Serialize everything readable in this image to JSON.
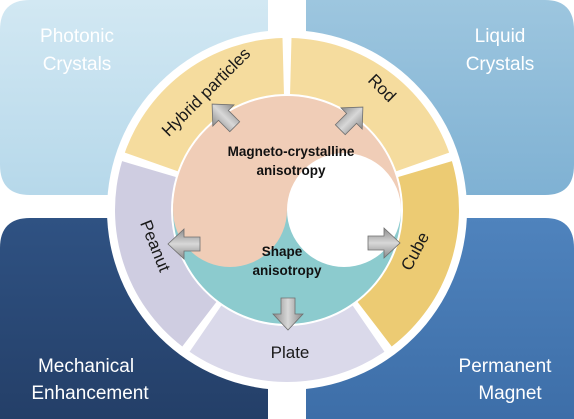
{
  "corners": {
    "top_left": [
      "Photonic",
      "Crystals"
    ],
    "top_right": [
      "Liquid",
      "Crystals"
    ],
    "bottom_left": [
      "Mechanical",
      "Enhancement"
    ],
    "bottom_right": [
      "Permanent",
      "Magnet"
    ]
  },
  "ring_labels": {
    "hybrid": "Hybrid particles",
    "rod": "Rod",
    "cube": "Cube",
    "plate": "Plate",
    "peanut": "Peanut"
  },
  "core": {
    "top_line1": "Magneto-crystalline",
    "top_line2": "anisotropy",
    "bottom_line1": "Shape",
    "bottom_line2": "anisotropy"
  },
  "colors": {
    "top_left_box": "#c4e0ef",
    "top_right_box": "#8fbcd9",
    "bottom_left_box": "#2b4c7a",
    "bottom_right_box": "#4a7cb5",
    "ring_yellow": "#f5dc9e",
    "ring_cube": "#eccb73",
    "ring_plate": "#dad9ea",
    "ring_peanut": "#cfcde1",
    "core_peach": "#f0cdb7",
    "core_teal": "#8ccbce"
  }
}
